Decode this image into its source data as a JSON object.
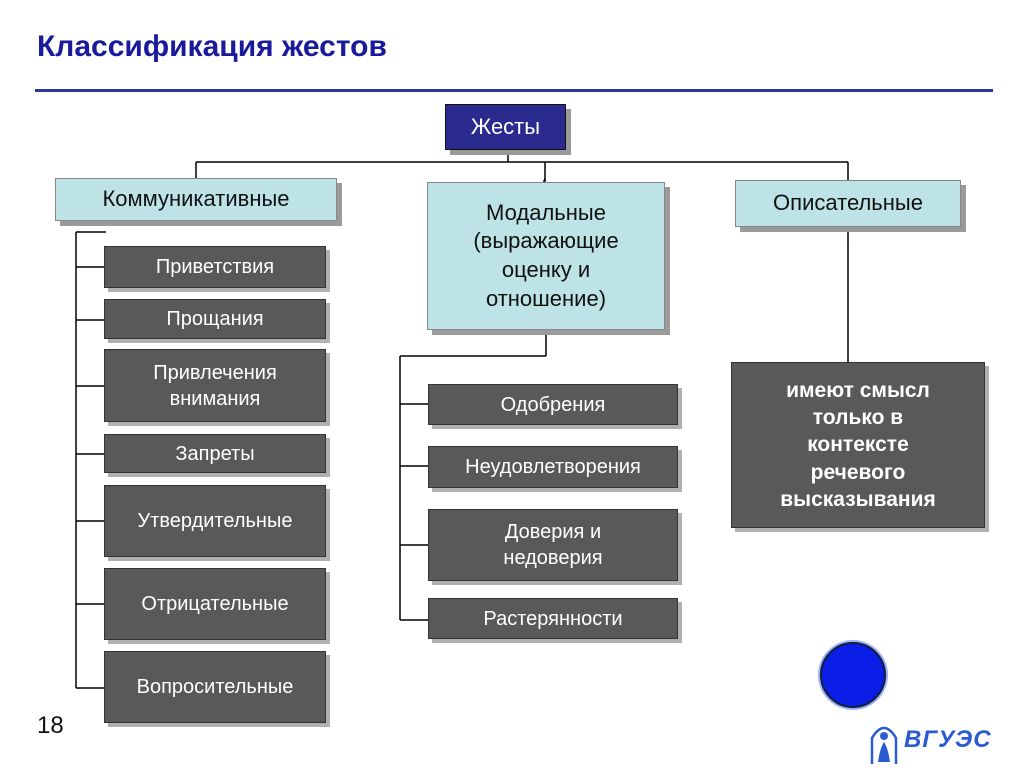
{
  "title": "Классификация жестов",
  "page_number": "18",
  "logo_text": "ВГУЭС",
  "colors": {
    "title": "#1a1a9c",
    "root_fill": "#2b2b8f",
    "category_fill": "#bde3e6",
    "leaf_fill": "#595959",
    "accent_circle": "#0a1ee8"
  },
  "root": {
    "label": "Жесты"
  },
  "categories": [
    {
      "label": "Коммуникативные",
      "children": [
        "Приветствия",
        "Прощания",
        "Привлечения\nвнимания",
        "Запреты",
        "Утвердительные",
        "Отрицательные",
        "Вопросительные"
      ]
    },
    {
      "label": "Модальные\n(выражающие\nоценку и\nотношение)",
      "children": [
        "Одобрения",
        "Неудовлетворения",
        "Доверия и\nнедоверия",
        "Растерянности"
      ]
    },
    {
      "label": "Описательные",
      "note": "имеют смысл\nтолько в\nконтексте\nречевого\nвысказывания"
    }
  ]
}
